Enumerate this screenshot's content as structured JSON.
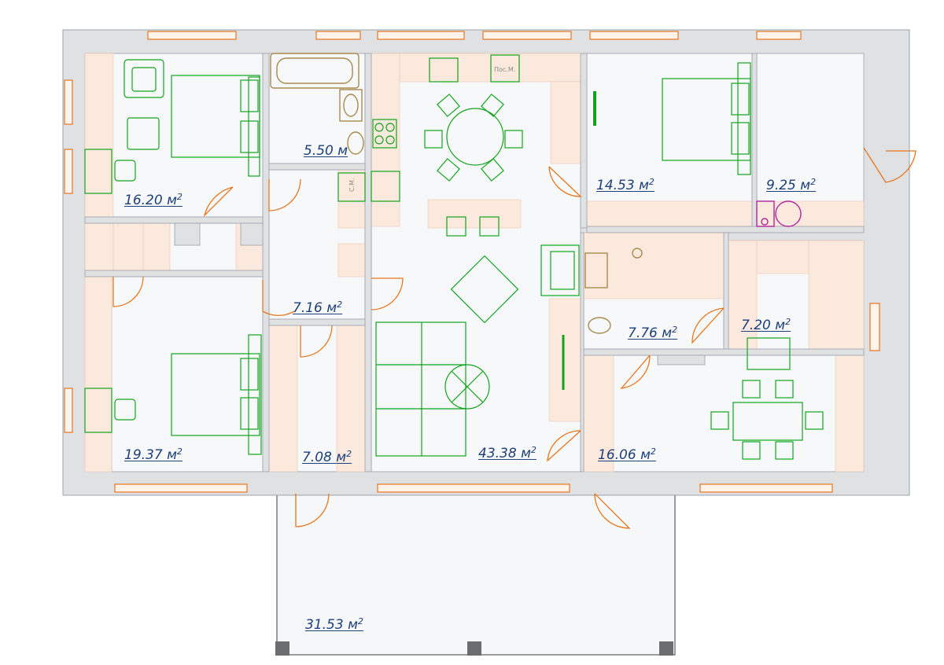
{
  "plan": {
    "unit": "м",
    "unit_sup": "2",
    "rooms": [
      {
        "id": "bedroom-nw",
        "area": "16.20"
      },
      {
        "id": "bathroom",
        "area": "5.50"
      },
      {
        "id": "hall",
        "area": "7.16"
      },
      {
        "id": "bedroom-sw",
        "area": "19.37"
      },
      {
        "id": "corridor",
        "area": "7.08"
      },
      {
        "id": "living-kitchen",
        "area": "43.38"
      },
      {
        "id": "bedroom-ne",
        "area": "14.53"
      },
      {
        "id": "utility-room",
        "area": "9.25"
      },
      {
        "id": "wc",
        "area": "7.76"
      },
      {
        "id": "closet",
        "area": "7.20"
      },
      {
        "id": "study",
        "area": "16.06"
      },
      {
        "id": "terrace",
        "area": "31.53"
      }
    ],
    "appliance_tags": {
      "dishwasher": "Пос.М.",
      "washer": "С.М."
    },
    "colors": {
      "wall": "#dfe1e3",
      "wall_edge": "#9aa3ad",
      "floor": "#f7f8f9",
      "finish": "#fbe9dd",
      "window": "#e8761e",
      "door": "#e8761e",
      "furniture": "#12a31e",
      "plumbing": "#a88a4e",
      "label": "#1f3f7a",
      "boiler": "#b2249c",
      "column": "#6a6c6e"
    }
  }
}
